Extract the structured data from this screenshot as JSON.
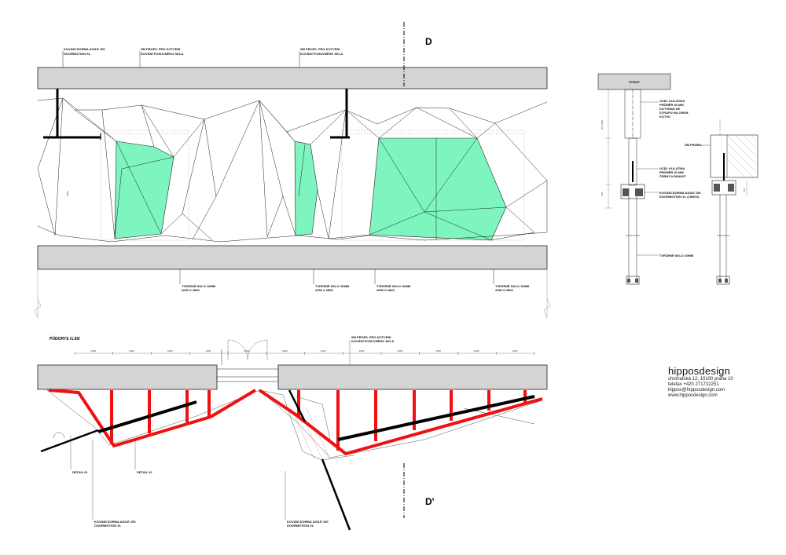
{
  "elevation": {
    "top_labels": [
      "KOVÁNÍ DORMA AGILE 150",
      "DOORMOTION XL",
      "SM PROFIL PRO KOTVENÍ",
      "KOVÁNÍ POSUVNÉHO SKLA",
      "SM PROFIL PRO KOTVENÍ",
      "KOVÁNÍ POSUVNÉHO SKLA"
    ],
    "glass_labels": [
      "TVRZENÉ SKLO 10MM",
      "2050 X 2800",
      "TVRZENÉ SKLO 10MM",
      "2050 X 2800",
      "TVRZENÉ SKLO 10MM",
      "2050 X 2800",
      "TVRZENÉ SKLO 10MM",
      "2050 X 2800"
    ],
    "height_dim": "2650",
    "section_top": "D"
  },
  "section_detail": {
    "strop": "STROP",
    "rod_label": [
      "OCEL KULATINA",
      "PRŮMĚR 30 MM",
      "KOTVENÁ KE",
      "STROPU NA CHEM.",
      "KOTVU"
    ],
    "rod_label_2": [
      "OCEL KULATINA",
      "PRŮMĚR 30 MM",
      "ČERNÝ KOMAXIT"
    ],
    "fitting_label": [
      "KOVÁNÍ DORMA AGILE 150",
      "DOORMOTION XL (150KG)"
    ],
    "glass_label": "TVRZENÉ SKLO 10MM",
    "sm_profil": "SM PROFIL",
    "dims": [
      "500",
      "OS 1250",
      "125",
      "125"
    ]
  },
  "plan": {
    "title": "PŮDORYS /1:50/",
    "top_label": [
      "SM PROFIL PRO KOTVENÍ",
      "KOVÁNÍ POSUVNÉHO SKLA"
    ],
    "dims": [
      "1000",
      "1000",
      "1000",
      "1000",
      "1000",
      "1000",
      "1000",
      "1000",
      "1000",
      "1000",
      "1000",
      "1000"
    ],
    "detail_labels": [
      "DETAIL 01",
      "DETAIL 02"
    ],
    "bottom_labels": [
      "KOVÁNÍ DORMA AGILE 150",
      "DOORMOTION XL",
      "KOVÁNÍ DORMA AGILE 150",
      "DOORMOTION XL"
    ],
    "section_bottom": "D'"
  },
  "brand": {
    "name": "hipposdesign",
    "address": "chorvatská 12, 10100 praha 10",
    "phone": "telefax +420 271732251",
    "email": "hippos@hipposdesign.com",
    "web": "www.hipposdesign.com"
  },
  "colors": {
    "glass": "#7ef5bf",
    "ceiling": "#d4d4d4",
    "red": "#ee1111"
  }
}
